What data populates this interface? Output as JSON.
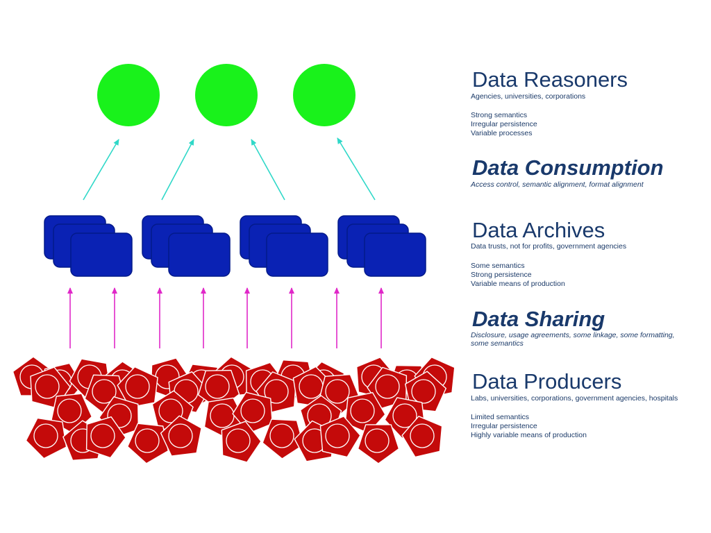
{
  "diagram": {
    "colors": {
      "reasoner": "#19f21b",
      "archive": "#0a22b4",
      "archive_stroke": "#031a8a",
      "producer": "#c40a0a",
      "producer_stroke": "#ffffff",
      "consumption_arrow": "#2fd8c8",
      "sharing_arrow": "#e028c8",
      "text": "#1b3a68"
    },
    "reasoners_count": 3,
    "archive_stacks_count": 4,
    "producers_count": 42,
    "consumption_arrows_count": 4,
    "sharing_arrows_count": 8
  },
  "legend": {
    "reasoners": {
      "title": "Data Reasoners",
      "lines": [
        "Agencies, universities, corporations",
        "Strong semantics",
        "Irregular persistence",
        "Variable processes"
      ]
    },
    "consumption": {
      "title": "Data Consumption",
      "lines": [
        "Access control, semantic alignment, format alignment"
      ]
    },
    "archives": {
      "title": "Data Archives",
      "lines": [
        "Data trusts, not for profits, government agencies",
        "Some semantics",
        "Strong persistence",
        "Variable means of production"
      ]
    },
    "sharing": {
      "title": "Data Sharing",
      "lines": [
        "Disclosure, usage agreements, some linkage, some formatting,",
        "some semantics"
      ]
    },
    "producers": {
      "title": "Data Producers",
      "lines": [
        "Labs, universities, corporations, government agencies, hospitals",
        "Limited semantics",
        "Irregular persistence",
        "Highly variable means of production"
      ]
    }
  }
}
